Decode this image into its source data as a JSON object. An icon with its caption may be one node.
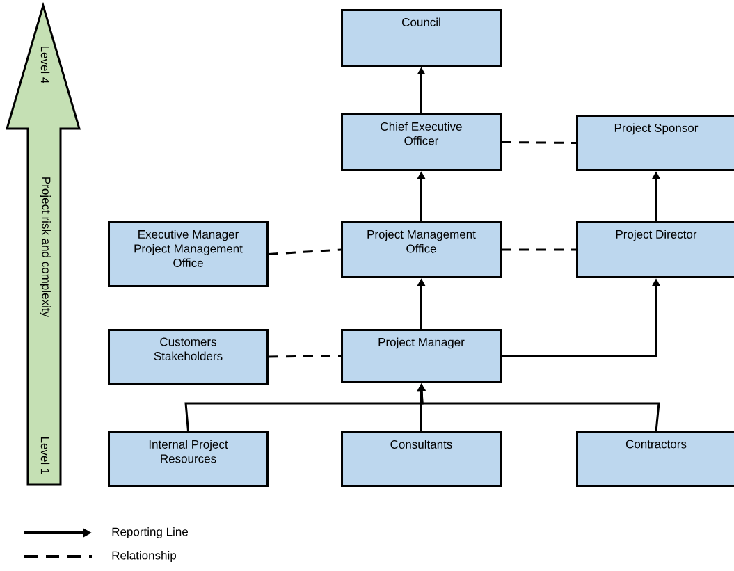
{
  "diagram": {
    "nodes": [
      {
        "text": [
          "Level 4",
          "Project risk and complexity",
          "Level 1"
        ]
      },
      {
        "text": [
          "Council"
        ]
      },
      {
        "text": [
          "Chief Executive Officer"
        ]
      },
      {
        "text": [
          "Project Sponsor"
        ]
      },
      {
        "text": [
          "Executive Manager Project Management Office"
        ]
      },
      {
        "text": [
          "Project Management Office"
        ]
      },
      {
        "text": [
          "Project Director"
        ]
      },
      {
        "text": [
          "Customers Stakeholders"
        ]
      },
      {
        "text": [
          "Project Manager"
        ]
      },
      {
        "text": [
          "Internal Project Resources"
        ]
      },
      {
        "text": [
          "Consultants"
        ]
      },
      {
        "text": [
          "Contractors"
        ]
      }
    ],
    "edges": [
      {
        "from": 2,
        "to": 1,
        "arrow": "to"
      },
      {
        "from": 5,
        "to": 2,
        "arrow": "to"
      },
      {
        "from": 2,
        "to": 3,
        "arrow": "none",
        "style": "dashed"
      },
      {
        "from": 4,
        "to": 5,
        "arrow": "none",
        "style": "dashed"
      },
      {
        "from": 5,
        "to": 6,
        "arrow": "none",
        "style": "dashed"
      },
      {
        "from": 6,
        "to": 3,
        "arrow": "to"
      },
      {
        "from": 8,
        "to": 5,
        "arrow": "to"
      },
      {
        "from": 7,
        "to": 8,
        "arrow": "none",
        "style": "dashed"
      },
      {
        "from": 8,
        "to": 6,
        "arrow": "to"
      },
      {
        "from": 9,
        "to": 8,
        "arrow": "to"
      },
      {
        "from": 10,
        "to": 8,
        "arrow": "to"
      },
      {
        "from": 11,
        "to": 8,
        "arrow": "to"
      }
    ],
    "legend": [
      {
        "text": "Reporting Line"
      },
      {
        "text": "Relationship"
      }
    ]
  }
}
